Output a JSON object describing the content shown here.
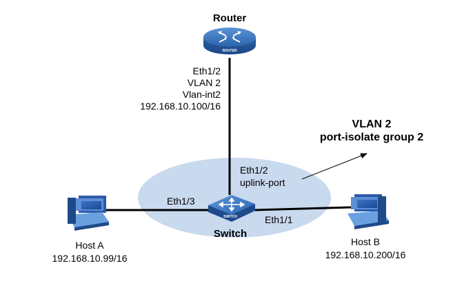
{
  "colors": {
    "router_blue": "#2f6db5",
    "switch_blue": "#2f6db5",
    "isolation_zone": "#c9d9ee",
    "link": "#000000",
    "pc_blue": "#2b5aa8"
  },
  "router": {
    "title": "Router",
    "icon_text": "ROUTER",
    "port_lines": [
      "Eth1/2",
      "VLAN 2",
      "Vlan-int2",
      "192.168.10.100/16"
    ]
  },
  "switch": {
    "title": "Switch",
    "icon_text": "SWITCH",
    "uplink_port": "Eth1/2",
    "uplink_role": "uplink-port",
    "left_port": "Eth1/3",
    "right_port": "Eth1/1"
  },
  "callout": {
    "line1": "VLAN 2",
    "line2": "port-isolate group 2"
  },
  "hosts": [
    {
      "name": "Host A",
      "ip": "192.168.10.99/16"
    },
    {
      "name": "Host B",
      "ip": "192.168.10.200/16"
    }
  ]
}
